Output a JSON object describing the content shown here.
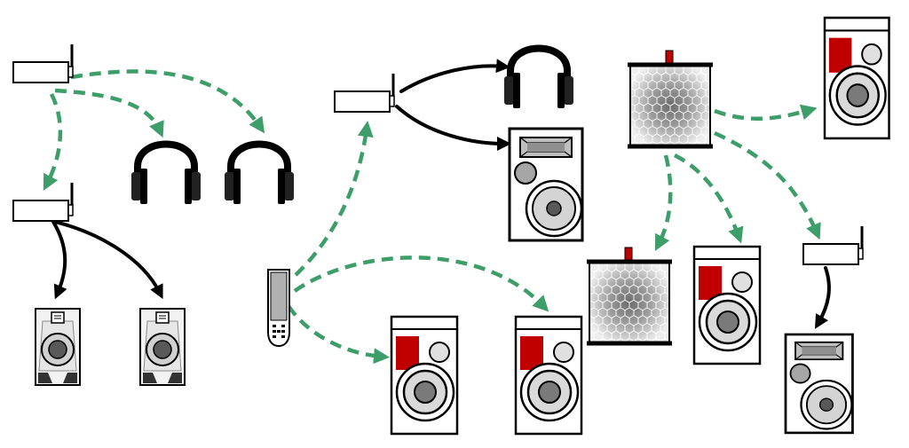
{
  "colors": {
    "wireless_link": "#3e9e6a",
    "wired_link": "#000000",
    "outline": "#000000",
    "red_panel": "#c00000",
    "light_grey": "#d9d9d9",
    "mid_grey": "#a6a6a6",
    "dark_grey": "#595959"
  },
  "devices": {
    "transmitters": [
      "transmitter-a",
      "transmitter-b",
      "transmitter-c",
      "transmitter-d"
    ],
    "remote": "handheld-remote",
    "hubs": [
      "hex-hub-top",
      "hex-hub-bottom"
    ],
    "headphones": [
      "headphones-1",
      "headphones-2",
      "headphones-3"
    ],
    "speakers_bookshelf": [
      "bookshelf-speaker-1",
      "bookshelf-speaker-2"
    ],
    "speakers_red": [
      "red-speaker-1",
      "red-speaker-2",
      "red-speaker-3",
      "red-speaker-4"
    ],
    "speakers_display": [
      "display-speaker-1",
      "display-speaker-2"
    ]
  },
  "links": {
    "wireless_icon": "dashed-arrow-icon",
    "wired_icon": "solid-arrow-icon"
  }
}
